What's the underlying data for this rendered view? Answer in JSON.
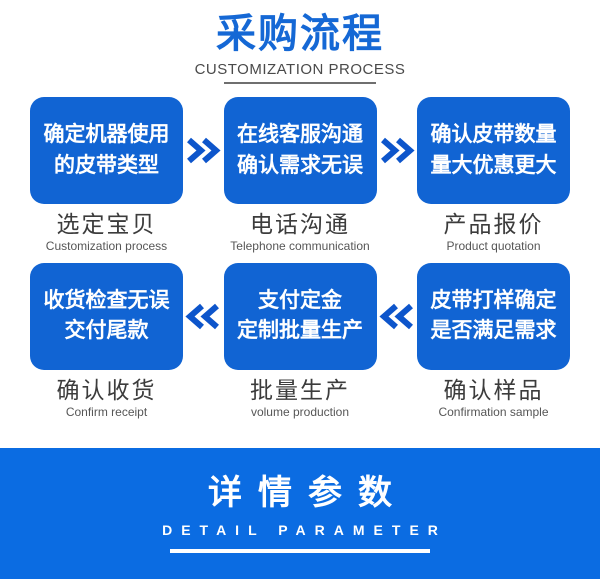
{
  "header": {
    "title": "采购流程",
    "subtitle": "CUSTOMIZATION PROCESS"
  },
  "flow": {
    "rows": [
      {
        "direction": "right",
        "steps": [
          {
            "box_line1": "确定机器使用",
            "box_line2": "的皮带类型",
            "label_cn": "选定宝贝",
            "label_en": "Customization process"
          },
          {
            "box_line1": "在线客服沟通",
            "box_line2": "确认需求无误",
            "label_cn": "电话沟通",
            "label_en": "Telephone communication"
          },
          {
            "box_line1": "确认皮带数量",
            "box_line2": "量大优惠更大",
            "label_cn": "产品报价",
            "label_en": "Product quotation"
          }
        ]
      },
      {
        "direction": "left",
        "steps": [
          {
            "box_line1": "收货检查无误",
            "box_line2": "交付尾款",
            "label_cn": "确认收货",
            "label_en": "Confirm receipt"
          },
          {
            "box_line1": "支付定金",
            "box_line2": "定制批量生产",
            "label_cn": "批量生产",
            "label_en": "volume production"
          },
          {
            "box_line1": "皮带打样确定",
            "box_line2": "是否满足需求",
            "label_cn": "确认样品",
            "label_en": "Confirmation sample"
          }
        ]
      }
    ]
  },
  "banner": {
    "title": "详情参数",
    "subtitle": "DETAIL PARAMETER"
  },
  "colors": {
    "title_blue": "#1568d5",
    "box_blue": "#1164d3",
    "banner_blue": "#0b6ce2",
    "arrow_blue": "#0d55cb"
  }
}
